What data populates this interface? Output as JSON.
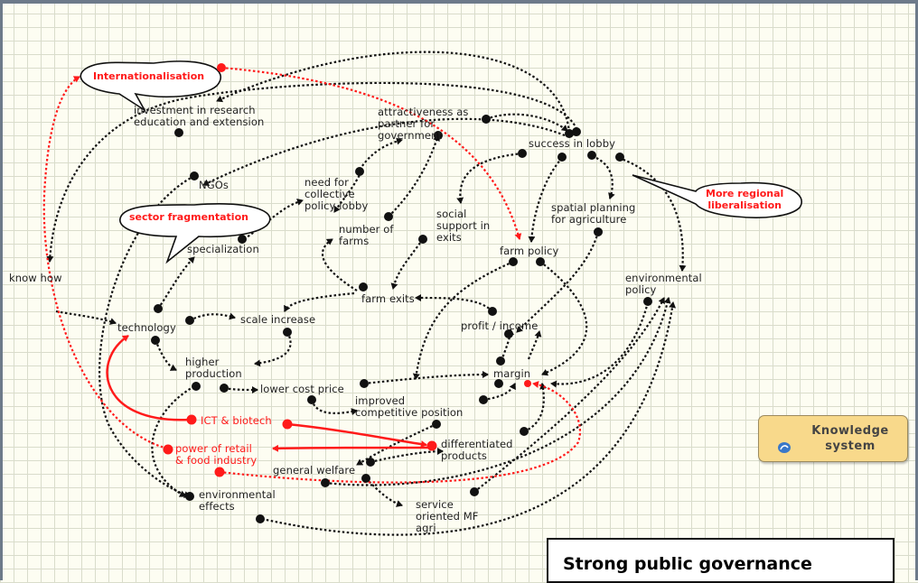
{
  "nodes": {
    "internationalisation": "Internationalisation",
    "investment": "investment in research\neducation and extension",
    "attractiveness": "attractiveness as\npartner for\ngovernment",
    "success_lobby": "success in lobby",
    "ngos": "NGOs",
    "need_lobby": "need for\ncollective\npolicy lobby",
    "sector_fragmentation": "sector fragmentation",
    "more_regional": "More regional\nliberalisation",
    "social_support": "social\nsupport in\nexits",
    "spatial_planning": "spatial planning\nfor agriculture",
    "number_farms": "number of\nfarms",
    "specialization": "specialization",
    "farm_policy": "farm policy",
    "know_how": "know how",
    "environmental_policy": "environmental\npolicy",
    "farm_exits": "farm exits",
    "technology": "technology",
    "scale_increase": "scale increase",
    "profit_income": "profit / income",
    "higher_production": "higher\nproduction",
    "margin": "margin",
    "lower_cost_price": "lower cost price",
    "improved_competitive": "improved\ncompetitive position",
    "ict_biotech": "ICT & biotech",
    "differentiated_products": "differentiated\nproducts",
    "power_retail": "power of retail\n& food industry",
    "general_welfare": "general welfare",
    "environmental_effects": "environmental\neffects",
    "service_oriented": "service\noriented MF\nagri"
  },
  "knowledge_system": "Knowledge\nsystem",
  "governance_title": "Strong public governance",
  "colors": {
    "red": "#ff1a1a",
    "black": "#111111",
    "grid": "#d9dccb",
    "knowledge_fill": "#f8d98b"
  }
}
